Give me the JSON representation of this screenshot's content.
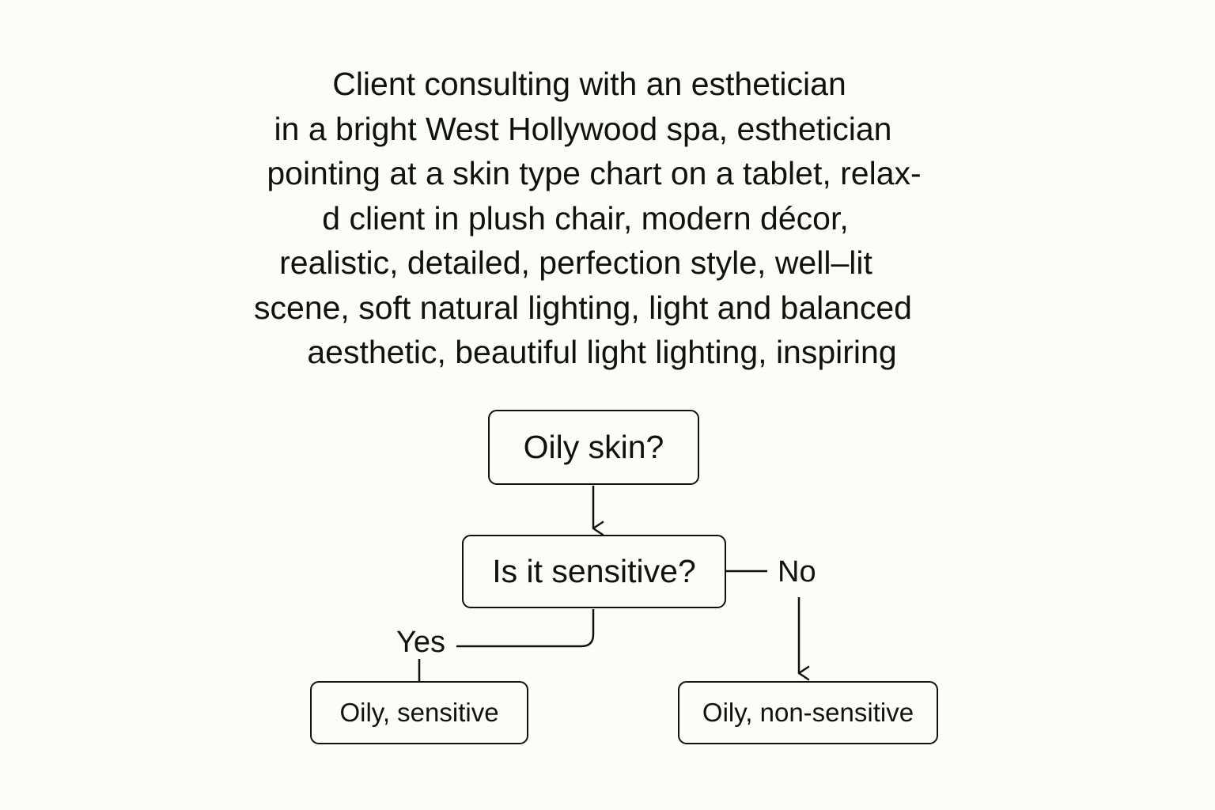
{
  "caption": {
    "lines": [
      "Client consulting with an esthetician",
      "in a bright West Hollywood spa, esthetician",
      "pointing at a skin type chart on a tablet, relax-",
      "d client in plush chair, modern décor,",
      "realistic, detailed, perfection style, well–lit",
      "scene, soft natural lighting, light and balanced",
      "aesthetic, beautiful light lighting, inspiring"
    ]
  },
  "flowchart": {
    "nodes": {
      "oily_skin": "Oily skin?",
      "is_sensitive": "Is it sensitive?",
      "oily_sensitive": "Oily, sensitive",
      "oily_non_sensitive": "Oily, non-sensitive"
    },
    "edge_labels": {
      "no": "No",
      "yes": "Yes"
    }
  }
}
